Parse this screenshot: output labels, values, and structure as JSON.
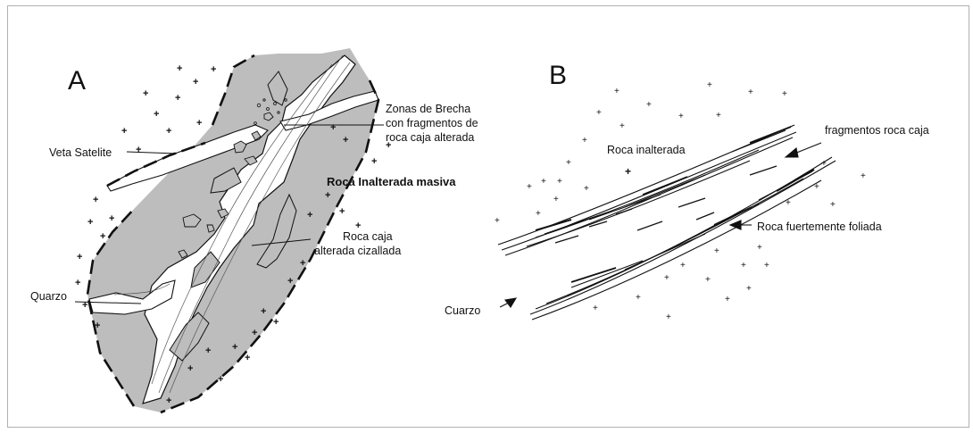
{
  "panels": {
    "a": {
      "letter": "A",
      "labels": {
        "zonas_line1": "Zonas de Brecha",
        "zonas_line2": "con fragmentos de",
        "zonas_line3": "roca caja alterada",
        "veta": "Veta Satelite",
        "roca_inalterada_masiva": "Roca Inalterada masiva",
        "roca_caja_line1": "Roca caja",
        "roca_caja_line2": "alterada cizallada",
        "quarzo": "Quarzo"
      }
    },
    "b": {
      "letter": "B",
      "labels": {
        "roca_inalterada": "Roca inalterada",
        "fragmentos": "fragmentos roca caja",
        "foliada": "Roca fuertemente foliada",
        "cuarzo": "Cuarzo"
      }
    }
  },
  "colors": {
    "shear_zone_fill": "#bdbdbd",
    "quartz_fill": "#ffffff",
    "ink": "#111111",
    "frame": "#b0b0b0"
  }
}
